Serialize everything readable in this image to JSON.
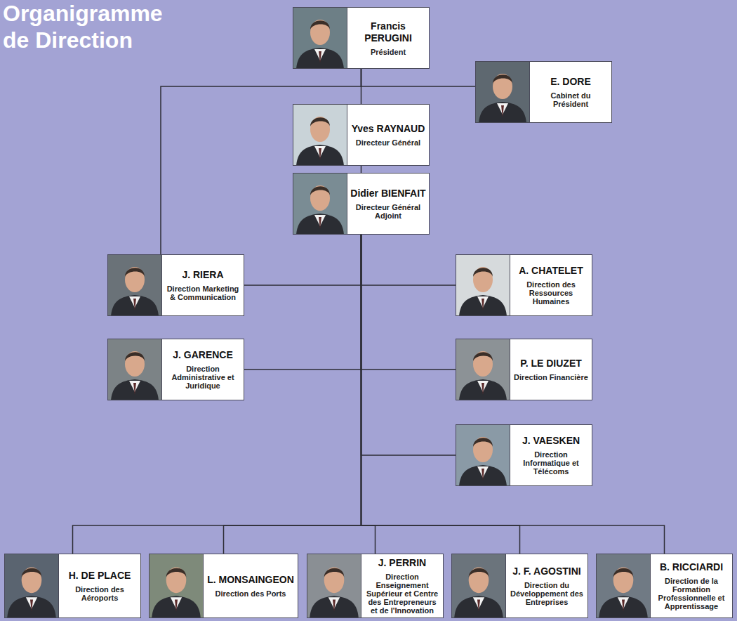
{
  "diagram": {
    "title": "Organigramme de Direction",
    "nodes": [
      {
        "text": [
          "Francis PERUGINI",
          "Président"
        ]
      },
      {
        "text": [
          "E. DORE",
          "Cabinet du Président"
        ]
      },
      {
        "text": [
          "Yves RAYNAUD",
          "Directeur Général"
        ]
      },
      {
        "text": [
          "Didier BIENFAIT",
          "Directeur Général Adjoint"
        ]
      },
      {
        "text": [
          "J. RIERA",
          "Direction Marketing & Communication"
        ]
      },
      {
        "text": [
          "A. CHATELET",
          "Direction des Ressources Humaines"
        ]
      },
      {
        "text": [
          "J. GARENCE",
          "Direction Administrative et Juridique"
        ]
      },
      {
        "text": [
          "P. LE DIUZET",
          "Direction Financière"
        ]
      },
      {
        "text": [
          "J. VAESKEN",
          "Direction Informatique et Télécoms"
        ]
      },
      {
        "text": [
          "H. DE PLACE",
          "Direction des Aéroports"
        ]
      },
      {
        "text": [
          "L. MONSAINGEON",
          "Direction des Ports"
        ]
      },
      {
        "text": [
          "J. PERRIN",
          "Direction Enseignement Supérieur et Centre des Entrepreneurs et de l'Innovation"
        ]
      },
      {
        "text": [
          "J. F. AGOSTINI",
          "Direction du Développement des Entreprises"
        ]
      },
      {
        "text": [
          "B. RICCIARDI",
          "Direction de la Formation Professionnelle et Apprentissage"
        ]
      }
    ],
    "edges": [
      {
        "from": 0,
        "to": 1,
        "arrow": "none"
      },
      {
        "from": 0,
        "to": 4,
        "arrow": "none"
      },
      {
        "from": 0,
        "to": 2,
        "arrow": "none"
      },
      {
        "from": 2,
        "to": 3,
        "arrow": "none"
      },
      {
        "from": 3,
        "to": 4,
        "arrow": "none"
      },
      {
        "from": 3,
        "to": 5,
        "arrow": "none"
      },
      {
        "from": 3,
        "to": 6,
        "arrow": "none"
      },
      {
        "from": 3,
        "to": 7,
        "arrow": "none"
      },
      {
        "from": 3,
        "to": 8,
        "arrow": "none"
      },
      {
        "from": 3,
        "to": 9,
        "arrow": "none"
      },
      {
        "from": 3,
        "to": 10,
        "arrow": "none"
      },
      {
        "from": 3,
        "to": 11,
        "arrow": "none"
      },
      {
        "from": 3,
        "to": 12,
        "arrow": "none"
      },
      {
        "from": 3,
        "to": 13,
        "arrow": "none"
      }
    ]
  }
}
